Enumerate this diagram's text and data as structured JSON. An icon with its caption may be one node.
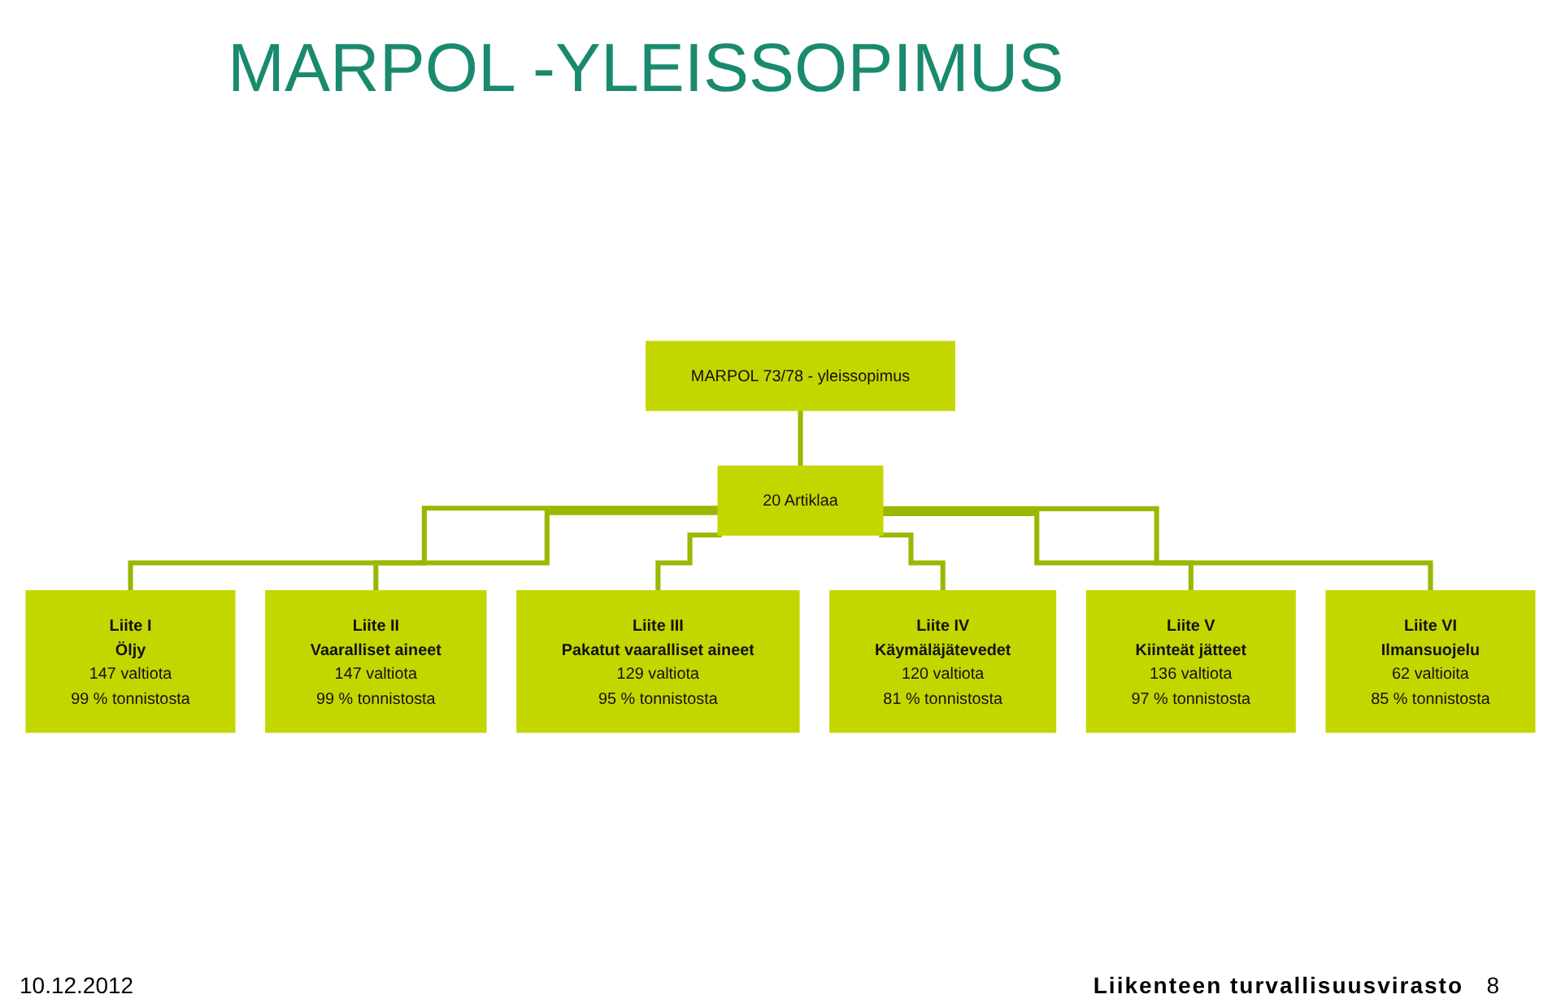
{
  "diagram": {
    "title": "MARPOL -YLEISSOPIMUS",
    "nodes": [
      {
        "text": [
          "MARPOL 73/78 - yleissopimus"
        ]
      },
      {
        "text": [
          "20 Artiklaa"
        ]
      },
      {
        "text": [
          "Liite I",
          "Öljy",
          "147 valtiota",
          "99 % tonnistosta"
        ]
      },
      {
        "text": [
          "Liite II",
          "Vaaralliset aineet",
          "147 valtiota",
          "99 % tonnistosta"
        ]
      },
      {
        "text": [
          "Liite III",
          "Pakatut vaaralliset aineet",
          "129 valtiota",
          "95 % tonnistosta"
        ]
      },
      {
        "text": [
          "Liite IV",
          "Käymäläjätevedet",
          "120 valtiota",
          "81 % tonnistosta"
        ]
      },
      {
        "text": [
          "Liite V",
          "Kiinteät jätteet",
          "136 valtiota",
          "97 % tonnistosta"
        ]
      },
      {
        "text": [
          "Liite VI",
          "Ilmansuojelu",
          "62 valtioita",
          "85 % tonnistosta"
        ]
      }
    ],
    "edges": [
      {
        "from": 0,
        "to": 1,
        "arrow": "none"
      },
      {
        "from": 1,
        "to": 2,
        "arrow": "none"
      },
      {
        "from": 1,
        "to": 3,
        "arrow": "none"
      },
      {
        "from": 1,
        "to": 4,
        "arrow": "none"
      },
      {
        "from": 1,
        "to": 5,
        "arrow": "none"
      },
      {
        "from": 1,
        "to": 6,
        "arrow": "none"
      },
      {
        "from": 1,
        "to": 7,
        "arrow": "none"
      }
    ],
    "labels": [
      "10.12.2012",
      "Liikenteen turvallisuusvirasto",
      "8"
    ]
  }
}
